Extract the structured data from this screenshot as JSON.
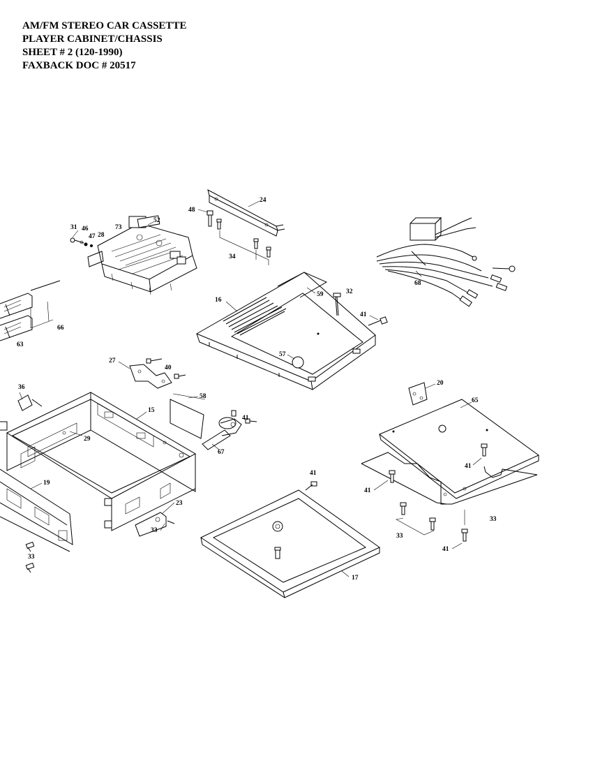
{
  "header": {
    "line1": "AM/FM STEREO CAR CASSETTE",
    "line2": "PLAYER CABINET/CHASSIS",
    "line3": "SHEET # 2  (120-1990)",
    "line4": "FAXBACK DOC # 20517"
  },
  "callouts": {
    "c24": "24",
    "c48": "48",
    "c34": "34",
    "c31": "31",
    "c46": "46",
    "c47": "47",
    "c28": "28",
    "c73": "73",
    "c52": "52",
    "c68": "68",
    "c16": "16",
    "c59": "59",
    "c32": "32",
    "c41a": "41",
    "c57": "57",
    "c66": "66",
    "c63": "63",
    "c27": "27",
    "c40": "40",
    "c58": "58",
    "c36": "36",
    "c15": "15",
    "c29": "29",
    "c41b": "41",
    "c67": "67",
    "c19": "19",
    "c23": "23",
    "c33a": "33",
    "c33b": "33",
    "c20": "20",
    "c65": "65",
    "c41c": "41",
    "c41d": "41",
    "c33c": "33",
    "c33d": "33",
    "c41e": "41",
    "c41f": "41",
    "c17": "17"
  }
}
